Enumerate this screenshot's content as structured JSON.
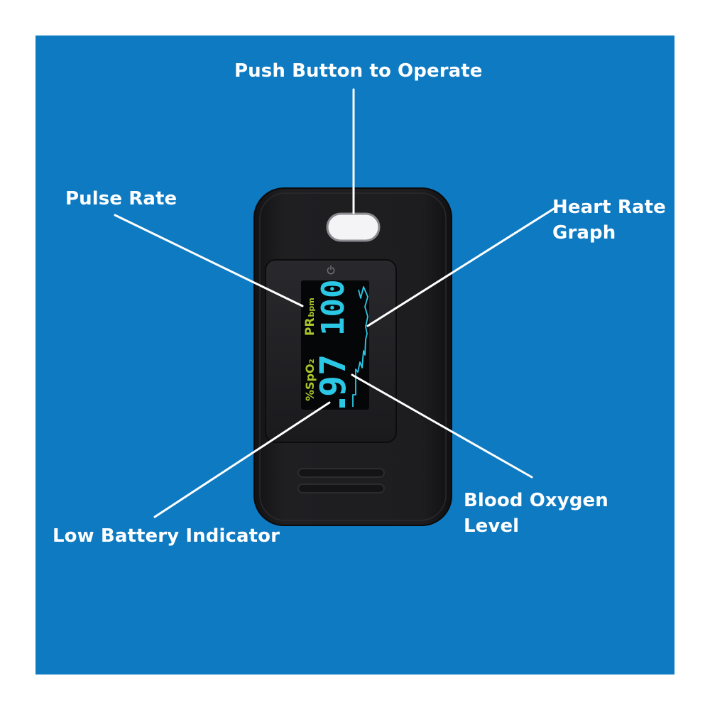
{
  "callouts": {
    "push_button": "Push Button to Operate",
    "pulse_rate": "Pulse Rate",
    "heart_rate_graph_line1": "Heart Rate",
    "heart_rate_graph_line2": "Graph",
    "blood_oxygen_line1": "Blood Oxygen",
    "blood_oxygen_line2": "Level",
    "low_battery": "Low Battery Indicator"
  },
  "display": {
    "pr_label": "PR",
    "pr_unit": "bpm",
    "pr_value": "100",
    "spo2_label": "%SpO₂",
    "spo2_value": "97"
  },
  "colors": {
    "background": "#0d7ac2",
    "device_body": "#1b1b1e",
    "screen": "#050607",
    "value_cyan": "#2bc8e6",
    "label_green": "#a8c62a",
    "button": "#f4f4f6"
  },
  "icons": {
    "power": "power-icon",
    "battery": "low-battery-icon"
  }
}
